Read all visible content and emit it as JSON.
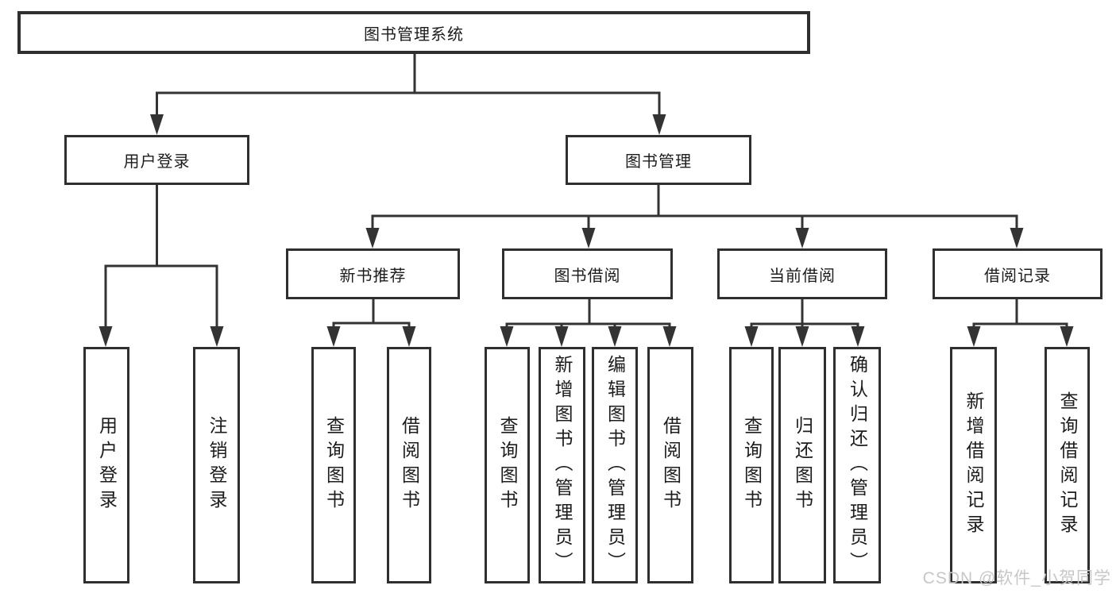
{
  "tree": {
    "label": "图书管理系统",
    "children": [
      {
        "label": "用户登录",
        "children": [
          {
            "label": "用户登录"
          },
          {
            "label": "注销登录"
          }
        ]
      },
      {
        "label": "图书管理",
        "children": [
          {
            "label": "新书推荐",
            "children": [
              {
                "label": "查询图书"
              },
              {
                "label": "借阅图书"
              }
            ]
          },
          {
            "label": "图书借阅",
            "children": [
              {
                "label": "查询图书"
              },
              {
                "label": "新增图书（管理员）"
              },
              {
                "label": "编辑图书（管理员）"
              },
              {
                "label": "借阅图书"
              }
            ]
          },
          {
            "label": "当前借阅",
            "children": [
              {
                "label": "查询图书"
              },
              {
                "label": "归还图书"
              },
              {
                "label": "确认归还（管理员）"
              }
            ]
          },
          {
            "label": "借阅记录",
            "children": [
              {
                "label": "新增借阅记录"
              },
              {
                "label": "查询借阅记录"
              }
            ]
          }
        ]
      }
    ]
  },
  "watermark": {
    "text": "CSDN @软件_小贺同学"
  },
  "colors": {
    "line": "#333333",
    "border": "#2f2f2f",
    "text": "#1c1c1c",
    "watermark": "#c7c7c7"
  }
}
